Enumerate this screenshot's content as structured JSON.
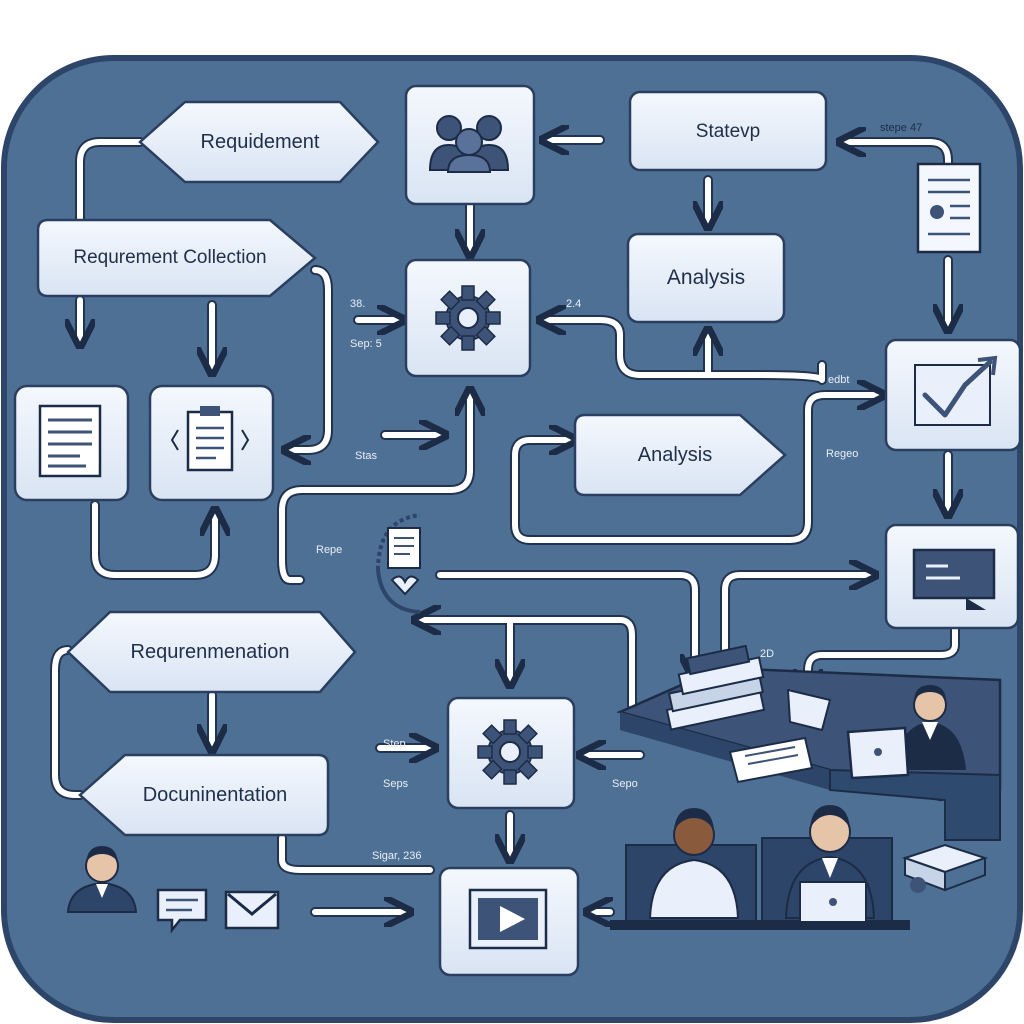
{
  "labels": {
    "requidement": "Requidement",
    "requirement_collection": "Requrement Collection",
    "statevp": "Statevp",
    "analysis_top": "Analysis",
    "analysis_mid": "Analysis",
    "requrenmenation": "Requrenmenation",
    "documentation": "Docuninentation"
  },
  "tags": {
    "stepe47": "stepe 47",
    "s38": "38.",
    "seps5": "Sep: 5",
    "n24": "2.4",
    "edbt": "edbt",
    "regeo": "Regeo",
    "stas": "Stas",
    "repe": "Repe",
    "n2d": "2D",
    "step_left": "Step",
    "seps_left": "Seps",
    "sepo_right": "Sepo",
    "sigar": "Sigar, 236"
  },
  "colors": {
    "background": "#4f7095",
    "frame": "#2c4568",
    "node_fill": "#e9f0fb",
    "node_stroke": "#2a3f60",
    "arrow": "#ffffff",
    "icon": "#3d5478"
  }
}
